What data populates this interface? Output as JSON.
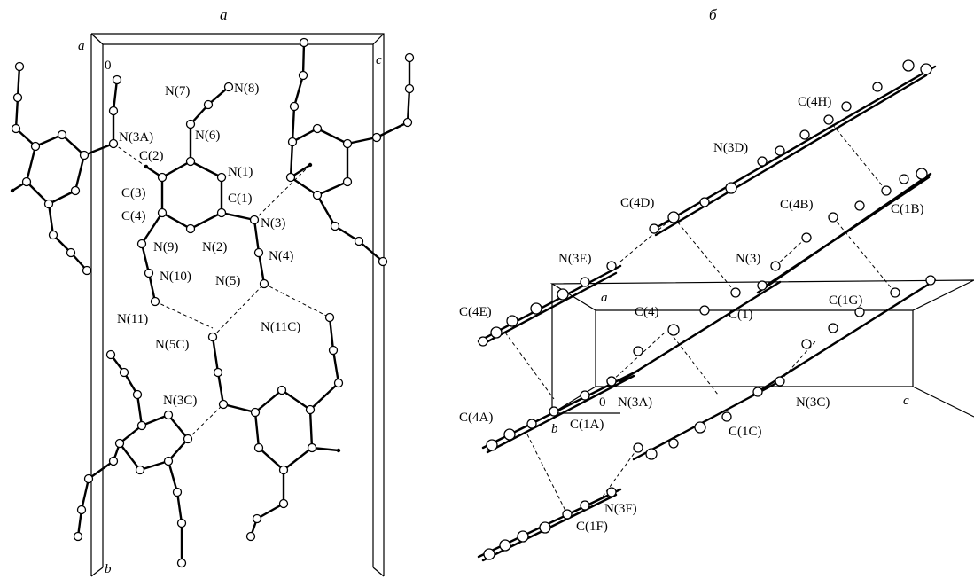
{
  "panels": {
    "a": {
      "caption": "а",
      "axes": {
        "origin": "0",
        "a": "a",
        "b": "b",
        "c": "c"
      },
      "labels": [
        "N(7)",
        "N(8)",
        "N(3A)",
        "N(6)",
        "C(2)",
        "N(1)",
        "C(3)",
        "C(1)",
        "C(4)",
        "N(3)",
        "N(9)",
        "N(2)",
        "N(4)",
        "N(10)",
        "N(5)",
        "N(11)",
        "N(11C)",
        "N(5C)",
        "N(3C)"
      ]
    },
    "b": {
      "caption": "б",
      "axes": {
        "origin": "0",
        "a": "a",
        "b": "b",
        "c": "c"
      },
      "labels": [
        "C(4H)",
        "N(3D)",
        "C(4D)",
        "C(4B)",
        "C(1B)",
        "N(3E)",
        "N(3)",
        "C(4E)",
        "C(4)",
        "C(1)",
        "C(1G)",
        "N(3A)",
        "N(3C)",
        "C(4A)",
        "C(1A)",
        "C(1C)",
        "N(3F)",
        "C(1F)"
      ]
    }
  }
}
